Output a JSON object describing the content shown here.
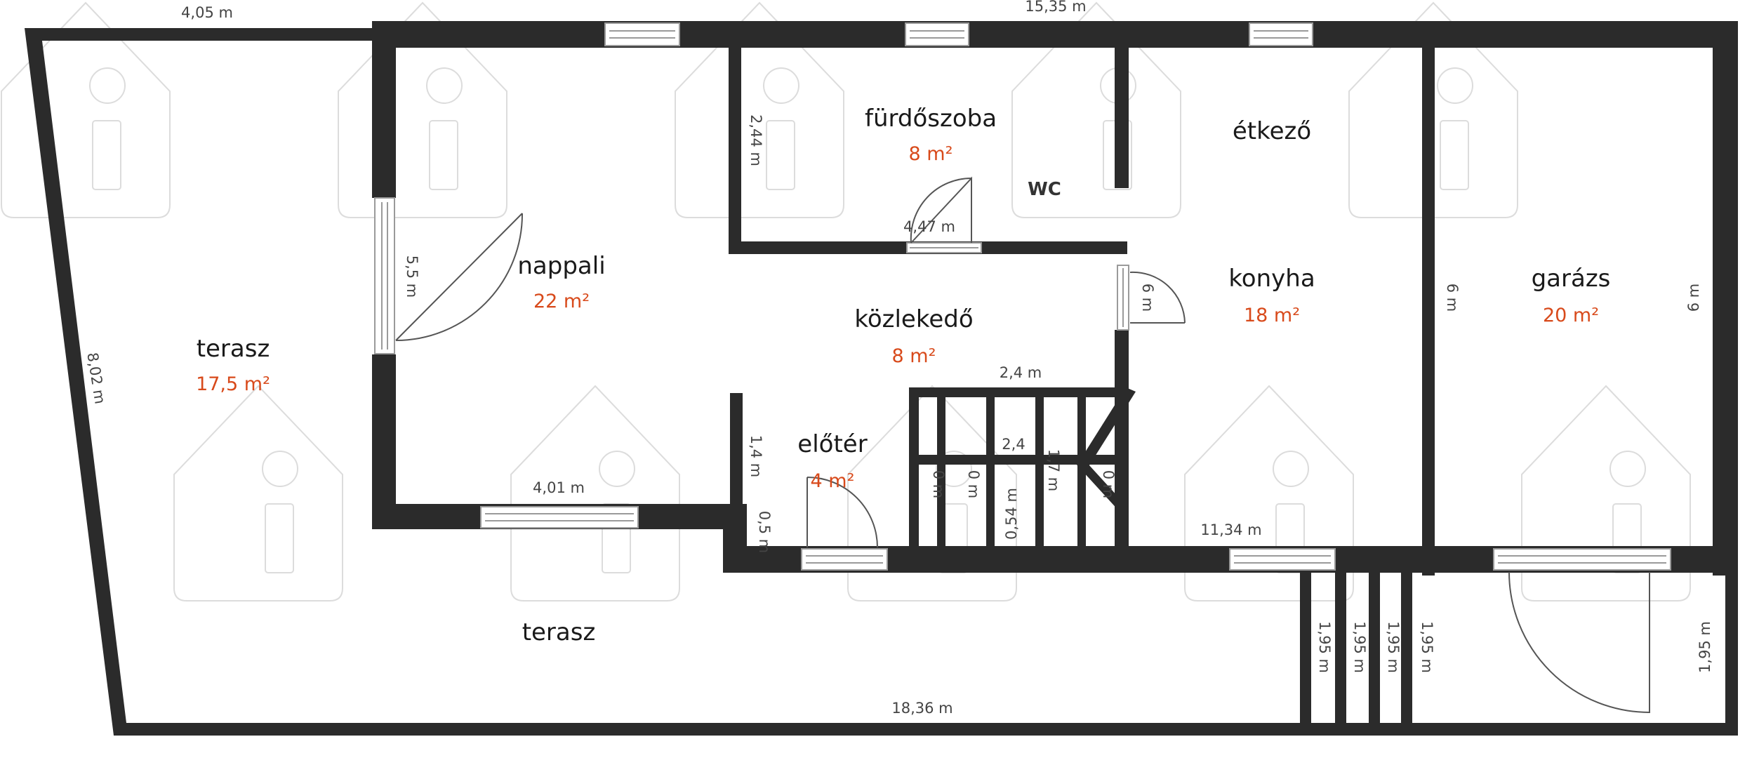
{
  "colors": {
    "wall": "#2b2b2b",
    "area": "#d84a1b",
    "text": "#1a1a1a",
    "dim": "#444444",
    "watermark": "#dcdcdc"
  },
  "rooms": [
    {
      "id": "terasz-left",
      "name": "terasz",
      "area": "17,5 m²"
    },
    {
      "id": "nappali",
      "name": "nappali",
      "area": "22 m²"
    },
    {
      "id": "furdoszoba",
      "name": "fürdőszoba",
      "area": "8 m²"
    },
    {
      "id": "wc",
      "name": "WC",
      "area": ""
    },
    {
      "id": "etkezo",
      "name": "étkező",
      "area": ""
    },
    {
      "id": "konyha",
      "name": "konyha",
      "area": "18 m²"
    },
    {
      "id": "garazs",
      "name": "garázs",
      "area": "20 m²"
    },
    {
      "id": "kozlekedo",
      "name": "közlekedő",
      "area": "8 m²"
    },
    {
      "id": "eloter",
      "name": "előtér",
      "area": "4 m²"
    },
    {
      "id": "terasz-bottom",
      "name": "terasz",
      "area": ""
    }
  ],
  "dimensions": {
    "top_left": "4,05 m",
    "top": "15,35 m",
    "left_slant": "8,02 m",
    "nappali_window": "5,5 m",
    "bath_height": "2,44 m",
    "bath_width": "4,47 m",
    "kitchen_door": "6 m",
    "garage_left": "6 m",
    "garage_right": "6 m",
    "stair_top": "2,4 m",
    "stair_mid": "2,4",
    "hall_wall": "1,4 m",
    "stair_step": "1,7 m",
    "stair_054": "0,54 m",
    "stair_a": "0 m",
    "stair_b": "0 m",
    "stair_c": "0 m",
    "entry_05": "0,5 m",
    "nappali_bottom": "4,01 m",
    "kitchen_bottom": "11,34 m",
    "bottom": "18,36 m",
    "step1": "1,95 m",
    "step2": "1,95 m",
    "step3": "1,95 m",
    "step4": "1,95 m",
    "step5": "1,95 m"
  }
}
